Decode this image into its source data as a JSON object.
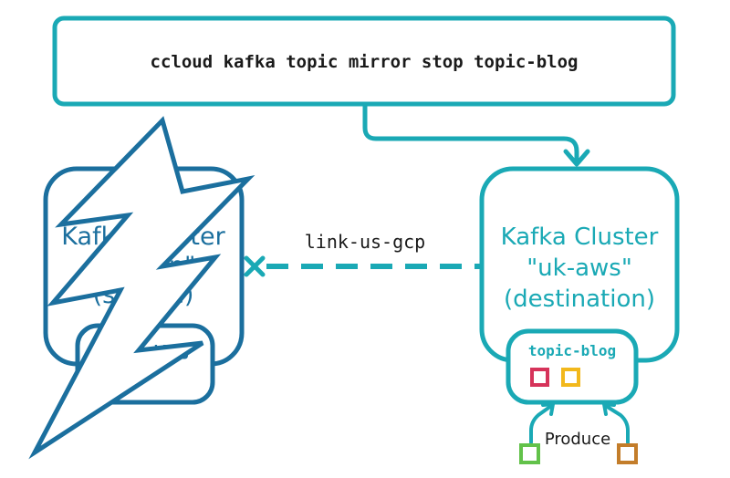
{
  "command": {
    "text": "ccloud kafka topic mirror stop topic-blog"
  },
  "link": {
    "label": "link-us-gcp"
  },
  "source_cluster": {
    "title_line1": "Kafka Cluster",
    "title_line2": "\"us-gcp\"",
    "title_line3": "(source)",
    "topic": "topic-blog"
  },
  "destination_cluster": {
    "title_line1": "Kafka Cluster",
    "title_line2": "\"uk-aws\"",
    "title_line3": "(destination)",
    "topic": "topic-blog"
  },
  "producers": {
    "label": "Produce"
  },
  "colors": {
    "teal": "#1aa9b5",
    "dark_blue": "#1b6f9e",
    "partition_red": "#d6335a",
    "partition_yellow": "#f2b81c",
    "producer_green": "#62c24a",
    "producer_brown": "#c37d2a",
    "text_dark": "#1a1a1a"
  }
}
